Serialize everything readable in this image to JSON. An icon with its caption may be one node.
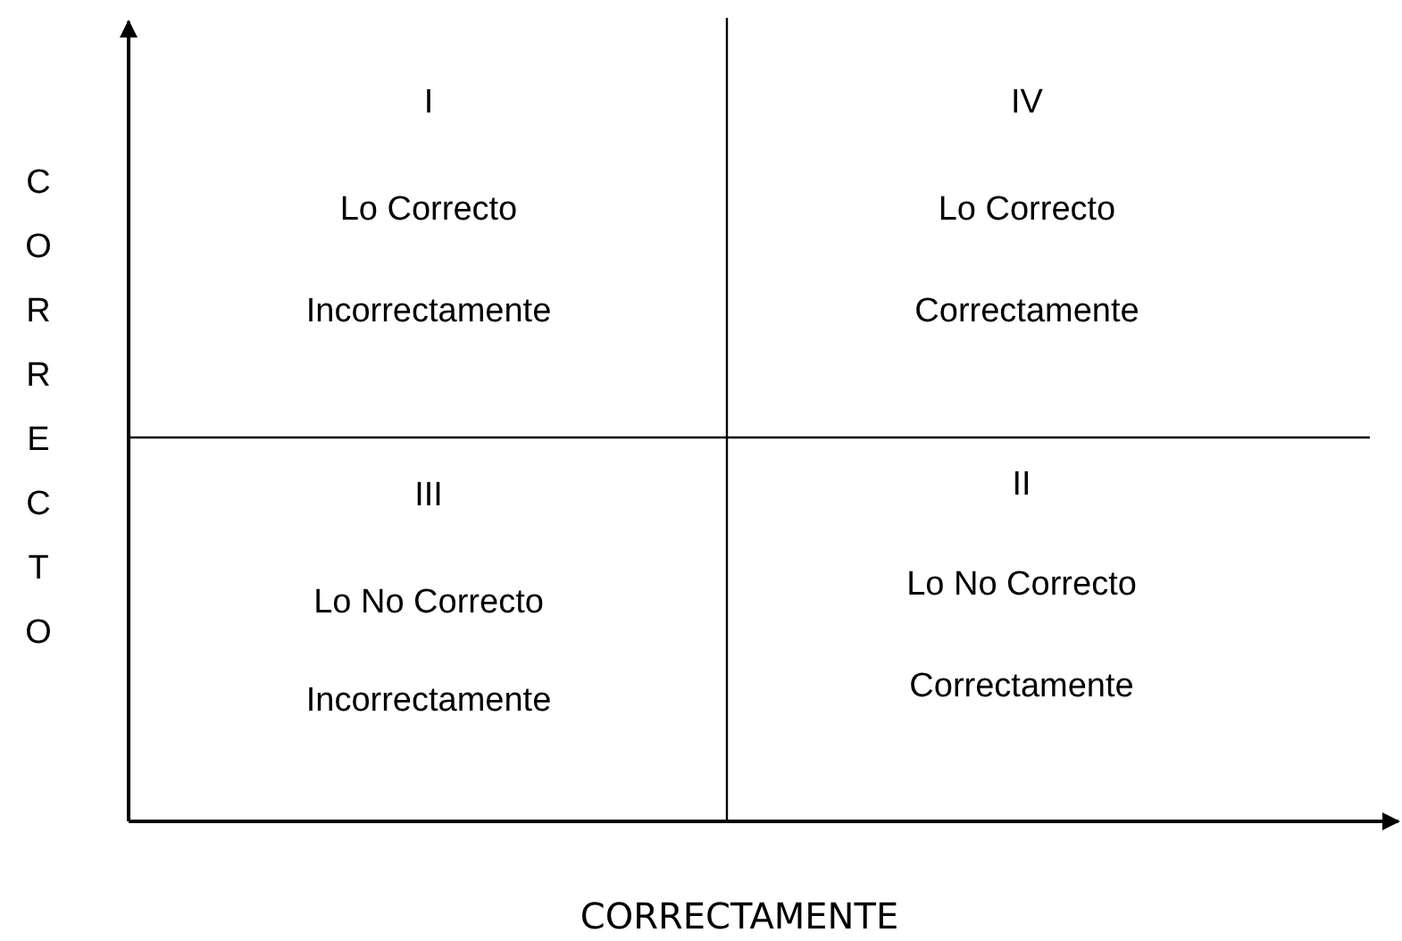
{
  "diagram": {
    "labels": [
      "CORRECTO",
      "I",
      "Lo Correcto",
      "Incorrectamente",
      "IV",
      "Lo Correcto",
      "Correctamente",
      "III",
      "Lo No Correcto",
      "Incorrectamente",
      "II",
      "Lo No Correcto",
      "Correctamente",
      "CORRECTAMENTE"
    ]
  }
}
